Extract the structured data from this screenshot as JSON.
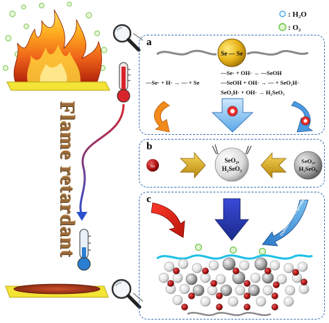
{
  "legend": {
    "water_label": ": H₂O",
    "oxygen_label": ": O₂"
  },
  "vertical_title": "Flame retardant",
  "panel_a": {
    "label": "a",
    "molecule_label": "Se — Se",
    "reaction_left": "—Se· + H· → — + Se",
    "reaction_1": "—Se· + OH· → —SeOH",
    "reaction_2": "—SeOH + OH· → — + SeO₂H·",
    "reaction_3": "SeO₂H· + OH· → H₂SeO₃"
  },
  "panel_b": {
    "label": "b",
    "se_sphere_label": "Se",
    "middle_sphere_label_1": "SeO₂,",
    "middle_sphere_label_2": "H₂SeO₃",
    "right_sphere_label_1": "SeO₃,",
    "right_sphere_label_2": "H₂SeO₄"
  },
  "panel_c": {
    "label": "c",
    "arrow_text": "Oxidative dehydrogenation"
  },
  "colors": {
    "panel_border": "#3a6fb0",
    "fire_orange": "#f28a1c",
    "fire_yellow": "#ffd23a",
    "base_yellow": "#f4e436",
    "se_red": "#a80e0e",
    "gold_arrow": "#d8a21a",
    "thermometer_red": "#d8242a",
    "thermometer_blue": "#2a7fd0"
  }
}
